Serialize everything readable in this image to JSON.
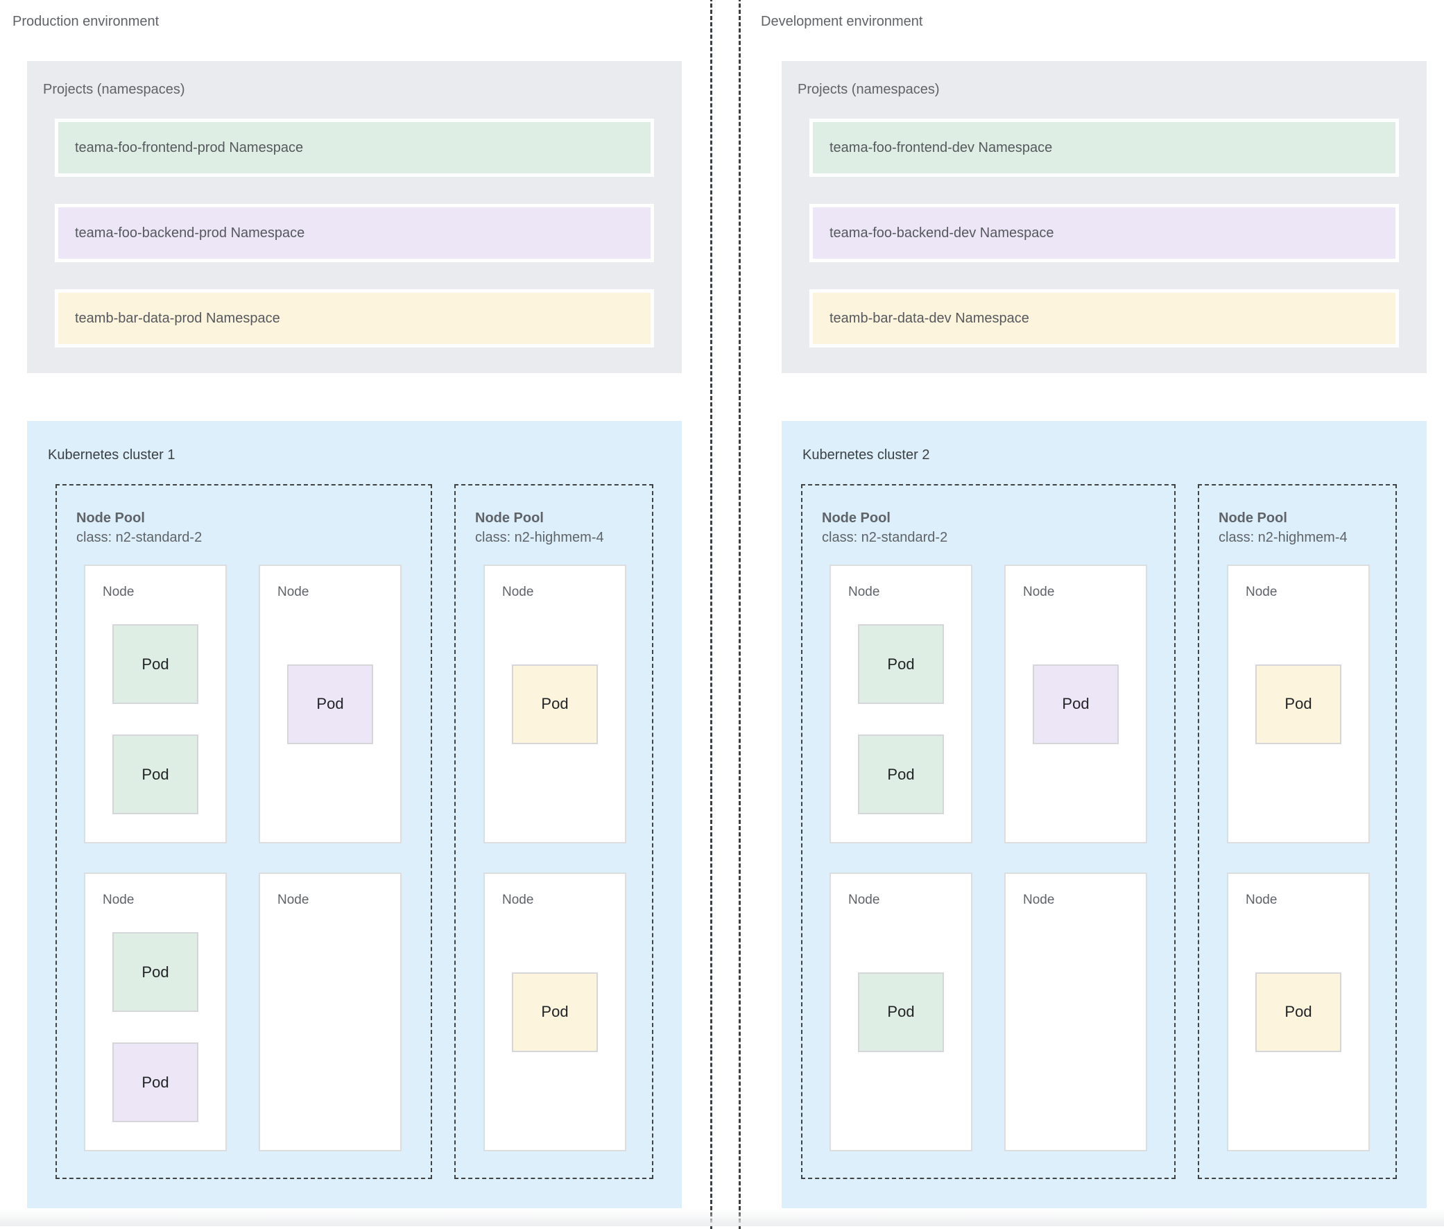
{
  "palette": {
    "projects_box_bg": "#E9EBEE",
    "cluster_box_bg": "#DCEFFA",
    "namespace_green": "#DFEEE5",
    "namespace_purple": "#ECE6F6",
    "namespace_yellow": "#FCF4DC",
    "node_bg": "#FFFFFF",
    "node_border": "#DBDDDF",
    "pod_border": "#D4D6D9",
    "dashed_border": "#3F4245",
    "divider_color": "#3C4043",
    "muted_text": "#5F6368",
    "dark_text": "#3C4043",
    "pod_text": "#1F2124"
  },
  "columns": [
    {
      "environment_title": "Production environment",
      "projects": {
        "title": "Projects (namespaces)",
        "namespaces": [
          {
            "label": "teama-foo-frontend-prod Namespace",
            "color": "green"
          },
          {
            "label": "teama-foo-backend-prod Namespace",
            "color": "purple"
          },
          {
            "label": "teamb-bar-data-prod Namespace",
            "color": "yellow"
          }
        ]
      },
      "cluster": {
        "title": "Kubernetes cluster 1",
        "pools": [
          {
            "name": "Node Pool",
            "machine_class": "class: n2-standard-2",
            "nodes": [
              {
                "label": "Node",
                "pod_layout": "stack",
                "pods": [
                  {
                    "label": "Pod",
                    "color": "green"
                  },
                  {
                    "label": "Pod",
                    "color": "green"
                  }
                ]
              },
              {
                "label": "Node",
                "pod_layout": "center",
                "pods": [
                  {
                    "label": "Pod",
                    "color": "purple"
                  }
                ]
              },
              {
                "label": "Node",
                "pod_layout": "stack",
                "pods": [
                  {
                    "label": "Pod",
                    "color": "green"
                  },
                  {
                    "label": "Pod",
                    "color": "purple"
                  }
                ]
              },
              {
                "label": "Node",
                "pod_layout": "center",
                "pods": []
              }
            ]
          },
          {
            "name": "Node Pool",
            "machine_class": "class: n2-highmem-4",
            "nodes": [
              {
                "label": "Node",
                "pod_layout": "center",
                "pods": [
                  {
                    "label": "Pod",
                    "color": "yellow"
                  }
                ]
              },
              {
                "label": "Node",
                "pod_layout": "center",
                "pods": [
                  {
                    "label": "Pod",
                    "color": "yellow"
                  }
                ]
              }
            ]
          }
        ]
      }
    },
    {
      "environment_title": "Development environment",
      "projects": {
        "title": "Projects (namespaces)",
        "namespaces": [
          {
            "label": "teama-foo-frontend-dev Namespace",
            "color": "green"
          },
          {
            "label": "teama-foo-backend-dev Namespace",
            "color": "purple"
          },
          {
            "label": "teamb-bar-data-dev Namespace",
            "color": "yellow"
          }
        ]
      },
      "cluster": {
        "title": "Kubernetes cluster 2",
        "pools": [
          {
            "name": "Node Pool",
            "machine_class": "class: n2-standard-2",
            "nodes": [
              {
                "label": "Node",
                "pod_layout": "stack",
                "pods": [
                  {
                    "label": "Pod",
                    "color": "green"
                  },
                  {
                    "label": "Pod",
                    "color": "green"
                  }
                ]
              },
              {
                "label": "Node",
                "pod_layout": "center",
                "pods": [
                  {
                    "label": "Pod",
                    "color": "purple"
                  }
                ]
              },
              {
                "label": "Node",
                "pod_layout": "center",
                "pods": [
                  {
                    "label": "Pod",
                    "color": "green"
                  }
                ]
              },
              {
                "label": "Node",
                "pod_layout": "center",
                "pods": []
              }
            ]
          },
          {
            "name": "Node Pool",
            "machine_class": "class: n2-highmem-4",
            "nodes": [
              {
                "label": "Node",
                "pod_layout": "center",
                "pods": [
                  {
                    "label": "Pod",
                    "color": "yellow"
                  }
                ]
              },
              {
                "label": "Node",
                "pod_layout": "center",
                "pods": [
                  {
                    "label": "Pod",
                    "color": "yellow"
                  }
                ]
              }
            ]
          }
        ]
      }
    }
  ]
}
